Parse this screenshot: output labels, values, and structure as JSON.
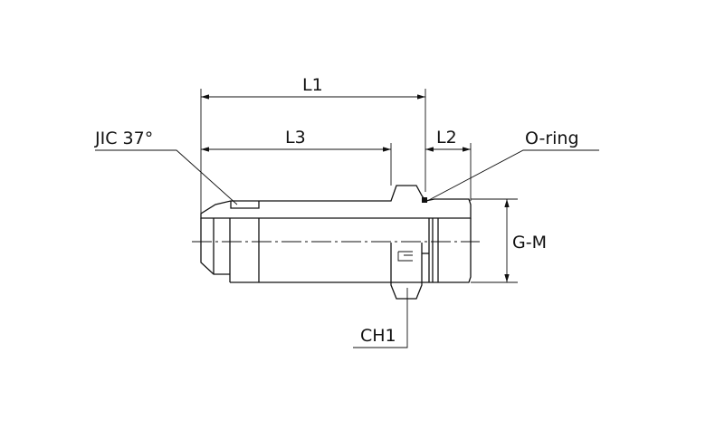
{
  "labels": {
    "l1": "L1",
    "l3": "L3",
    "l2": "L2",
    "jic": "JIC 37°",
    "oring": "O-ring",
    "gm": "G-M",
    "ch1": "CH1"
  },
  "colors": {
    "line": "#111111",
    "background": "#ffffff"
  }
}
